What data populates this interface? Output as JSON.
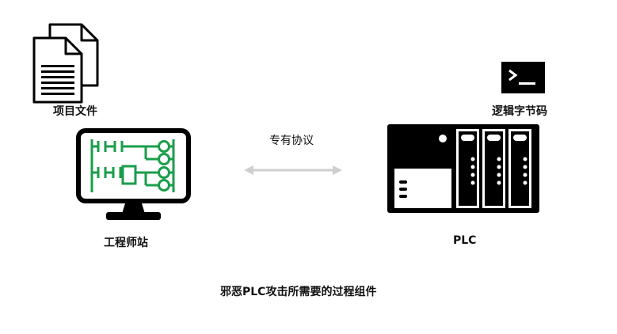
{
  "diagram": {
    "project_files_label": "项目文件",
    "bytecode_label": "逻辑字节码",
    "protocol_label": "专有协议",
    "workstation_label": "工程师站",
    "plc_label": "PLC",
    "caption": "邪恶PLC攻击所需要的过程组件"
  },
  "icons": {
    "project_files": "document-stack-icon",
    "bytecode": "terminal-icon",
    "workstation": "monitor-ladder-logic-icon",
    "plc": "plc-rack-icon",
    "protocol": "bidirectional-arrow-icon"
  },
  "colors": {
    "ink": "#000000",
    "ladder_green": "#1a9e4b",
    "arrow_gray": "#cfcfcf"
  }
}
